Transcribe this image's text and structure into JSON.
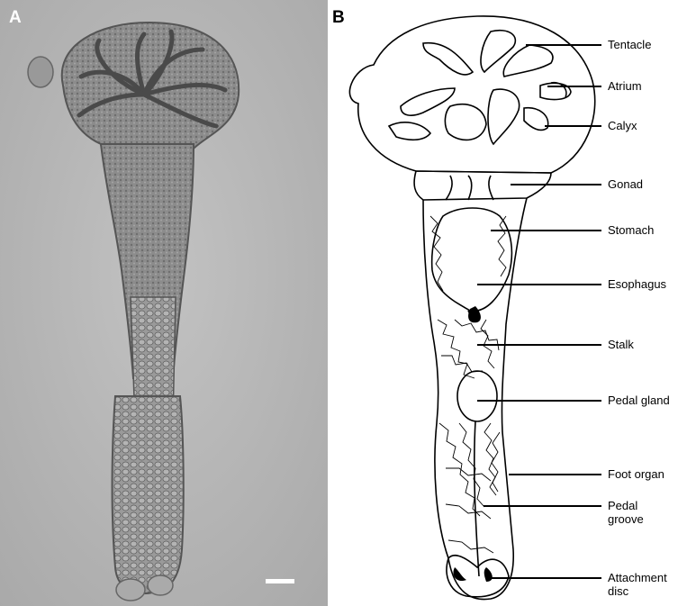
{
  "panels": {
    "a_letter": "A",
    "b_letter": "B"
  },
  "labels": {
    "tentacle": "Tentacle",
    "atrium": "Atrium",
    "calyx": "Calyx",
    "gonad": "Gonad",
    "stomach": "Stomach",
    "esophagus": "Esophagus",
    "stalk": "Stalk",
    "pedal_gland": "Pedal gland",
    "foot_organ": "Foot organ",
    "pedal_groove": "Pedal\ngroove",
    "attachment_disc": "Attachment\ndisc"
  },
  "colors": {
    "photo_background": "#b9b9b9",
    "specimen_tone": "#8a8a8a",
    "line_art": "#000000"
  }
}
